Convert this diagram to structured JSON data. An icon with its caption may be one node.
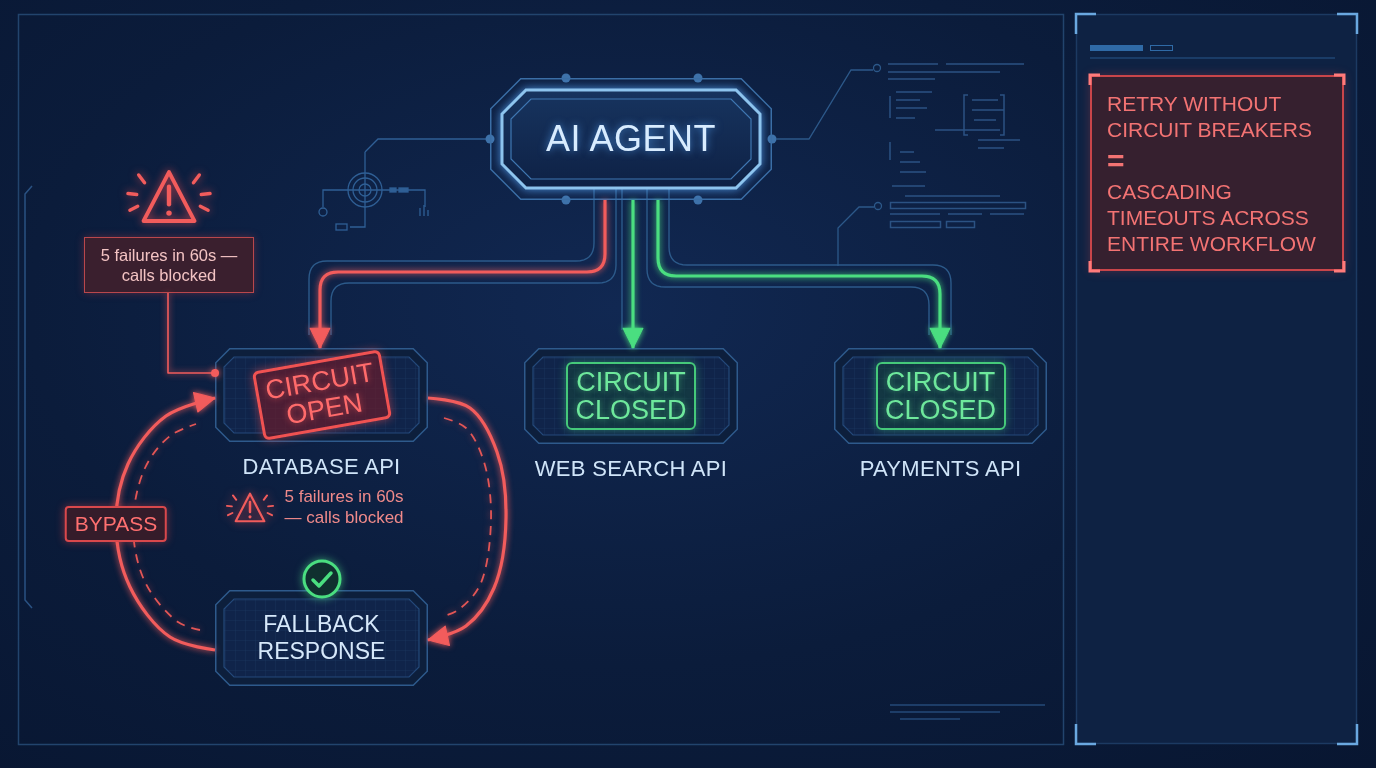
{
  "diagram": {
    "nodes": [
      {
        "text": [
          "AI AGENT"
        ]
      },
      {
        "text": [
          "5 failures in 60s — calls blocked"
        ]
      },
      {
        "text": [
          "CIRCUIT OPEN",
          "DATABASE API"
        ],
        "beside": [
          "5 failures in 60s — calls blocked"
        ]
      },
      {
        "text": [
          "CIRCUIT CLOSED",
          "WEB SEARCH API"
        ]
      },
      {
        "text": [
          "CIRCUIT CLOSED",
          "PAYMENTS API"
        ]
      },
      {
        "text": [
          "FALLBACK RESPONSE"
        ]
      },
      {
        "text": [
          "RETRY WITHOUT CIRCUIT BREAKERS",
          "=",
          "CASCADING TIMEOUTS ACROSS ENTIRE WORKFLOW"
        ]
      }
    ],
    "edges": [
      {
        "from": 0,
        "to": 2,
        "arrow": "to"
      },
      {
        "from": 0,
        "to": 3,
        "arrow": "to",
        "color": "#4ade80"
      },
      {
        "from": 0,
        "to": 4,
        "arrow": "to",
        "color": "#4ade80"
      },
      {
        "from": 2,
        "to": 5,
        "arrow": "to"
      },
      {
        "from": 5,
        "to": 2,
        "arrow": "to",
        "label": "BYPASS"
      },
      {
        "from": 1,
        "to": 2,
        "arrow": "other"
      }
    ]
  }
}
